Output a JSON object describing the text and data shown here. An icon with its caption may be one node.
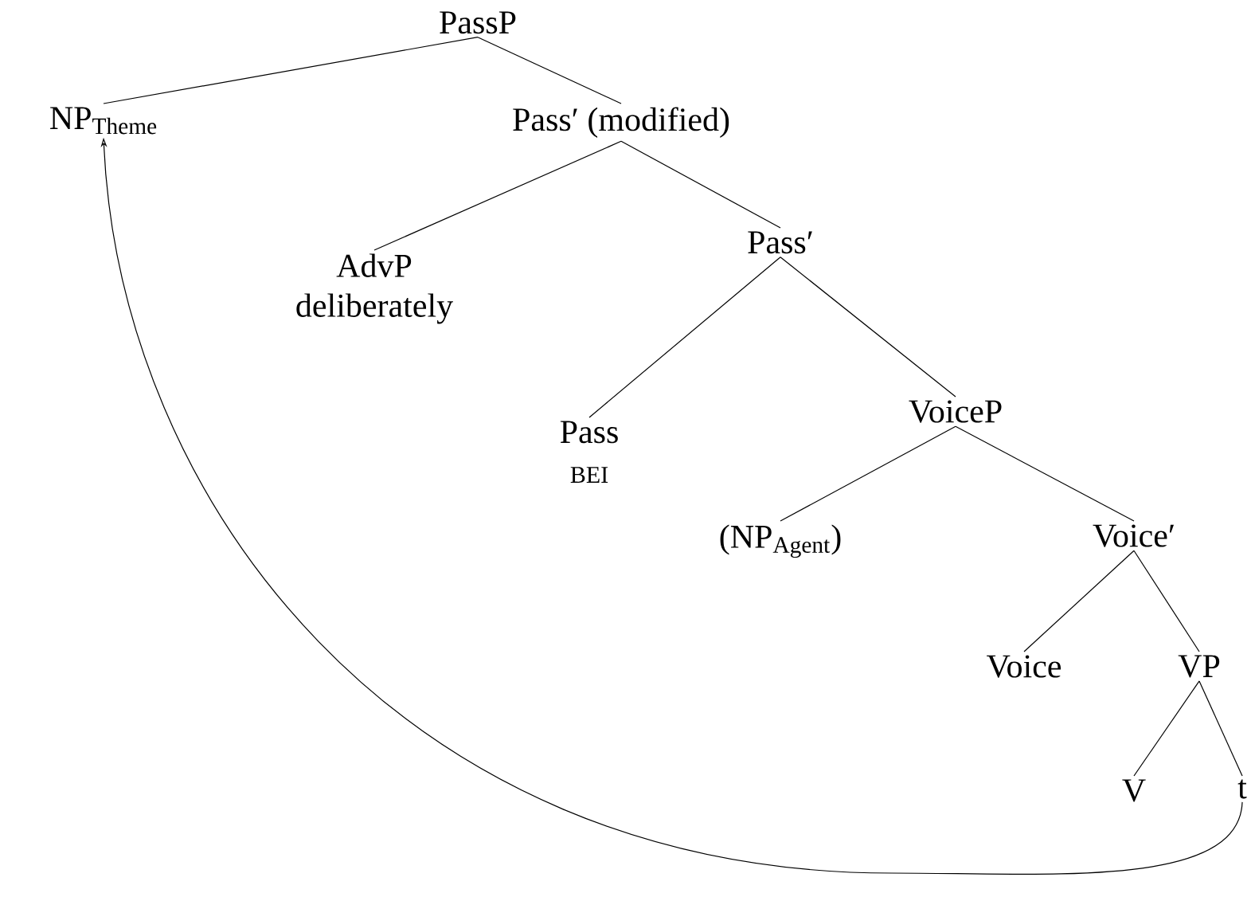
{
  "diagram": {
    "nodes": [
      {
        "text": [
          "PassP"
        ]
      },
      {
        "text": [
          "NP$_{Theme}$"
        ]
      },
      {
        "text": [
          "Pass′ (modified)"
        ]
      },
      {
        "text": [
          "AdvP",
          "deliberately"
        ]
      },
      {
        "text": [
          "Pass′"
        ]
      },
      {
        "text": [
          "Pass",
          "BEI"
        ]
      },
      {
        "text": [
          "VoiceP"
        ]
      },
      {
        "text": [
          "(NP$_{Agent}$)"
        ]
      },
      {
        "text": [
          "Voice′"
        ]
      },
      {
        "text": [
          "Voice"
        ]
      },
      {
        "text": [
          "VP"
        ]
      },
      {
        "text": [
          "V"
        ]
      },
      {
        "text": [
          "t"
        ]
      }
    ],
    "edges": [
      {
        "from": 0,
        "to": 1,
        "arrow": "none"
      },
      {
        "from": 0,
        "to": 2,
        "arrow": "none"
      },
      {
        "from": 2,
        "to": 3,
        "arrow": "none"
      },
      {
        "from": 2,
        "to": 4,
        "arrow": "none"
      },
      {
        "from": 4,
        "to": 5,
        "arrow": "none"
      },
      {
        "from": 4,
        "to": 6,
        "arrow": "none"
      },
      {
        "from": 6,
        "to": 7,
        "arrow": "none"
      },
      {
        "from": 6,
        "to": 8,
        "arrow": "none"
      },
      {
        "from": 8,
        "to": 9,
        "arrow": "none"
      },
      {
        "from": 8,
        "to": 10,
        "arrow": "none"
      },
      {
        "from": 10,
        "to": 11,
        "arrow": "none"
      },
      {
        "from": 10,
        "to": 12,
        "arrow": "none"
      },
      {
        "from": 12,
        "to": 1,
        "arrow": "to"
      }
    ]
  }
}
